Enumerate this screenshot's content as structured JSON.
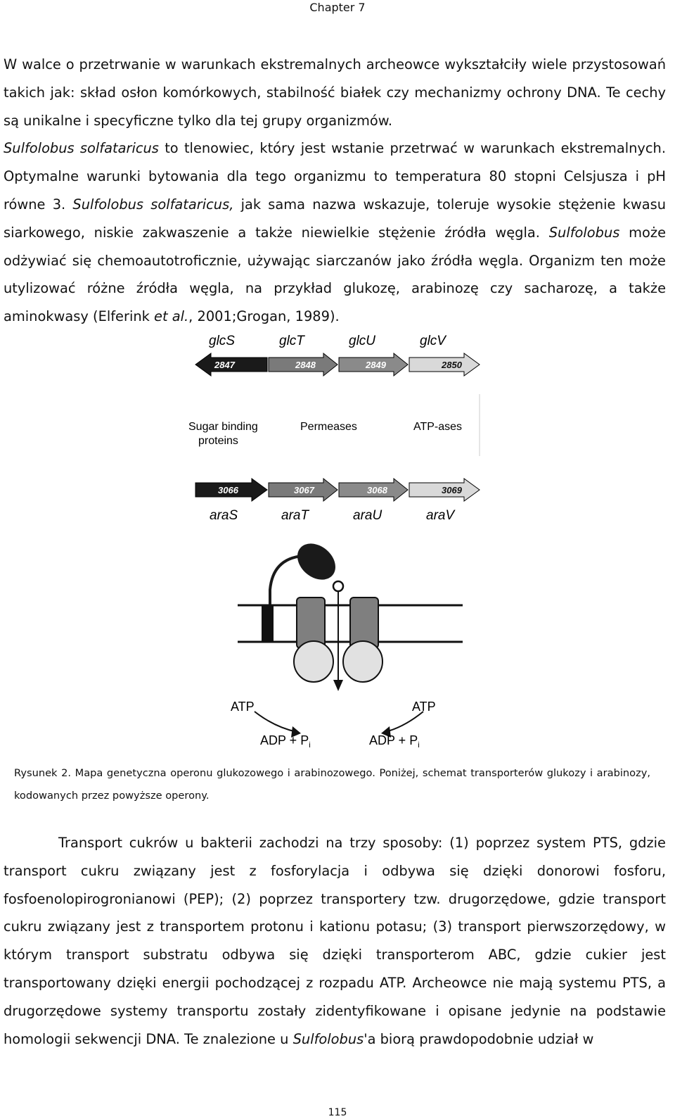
{
  "header": {
    "chapter": "Chapter 7"
  },
  "paragraph1": {
    "s1": "W walce o przetrwanie w warunkach ekstremalnych archeowce wykształciły wiele przystosowań takich jak: skład osłon komórkowych, stabilność białek czy mechanizmy ochrony DNA. Te cechy są unikalne i specyficzne tylko dla tej grupy organizmów.",
    "sp1": "Sulfolobus solfataricus",
    "s2": " to tlenowiec, który jest wstanie przetrwać w warunkach ekstremalnych. Optymalne warunki bytowania dla tego organizmu to temperatura 80 stopni Celsjusza i pH równe 3. ",
    "sp2": "Sulfolobus solfataricus,",
    "s3": " jak sama nazwa wskazuje, toleruje wysokie stężenie kwasu siarkowego, niskie zakwaszenie a także niewielkie stężenie źródła węgla. ",
    "sp3": "Sulfolobus",
    "s4": " może odżywiać się chemoautotroficznie, używając siarczanów jako źródła węgla. Organizm ten może utylizować różne źródła węgla, na przykład glukozę, arabinozę czy sacharozę, a także aminokwasy (Elferink ",
    "etal": "et al.",
    "s5": ", 2001;Grogan, 1989)."
  },
  "figure": {
    "glc_genes": [
      "glcS",
      "glcT",
      "glcU",
      "glcV"
    ],
    "glc_numbers": [
      "2847",
      "2848",
      "2849",
      "2850"
    ],
    "ara_genes": [
      "araS",
      "araT",
      "araU",
      "araV"
    ],
    "ara_numbers": [
      "3066",
      "3067",
      "3068",
      "3069"
    ],
    "categories": {
      "sugar_binding_1": "Sugar binding",
      "sugar_binding_2": "proteins",
      "permeases": "Permeases",
      "atpases": "ATP-ases"
    },
    "atp_label": "ATP",
    "adp_label": "ADP + P",
    "pi_subscript": "i"
  },
  "caption": "Rysunek 2. Mapa genetyczna operonu glukozowego i arabinozowego. Poniżej, schemat transporterów glukozy i arabinozy, kodowanych przez powyższe operony.",
  "paragraph3": {
    "s1": "Transport cukrów u bakterii zachodzi na trzy sposoby: (1) poprzez system PTS, gdzie transport cukru związany jest z fosforylacja i odbywa się dzięki donorowi fosforu, fosfoenolopirogronianowi (PEP); (2) poprzez transportery tzw. drugorzędowe, gdzie transport cukru związany jest z transportem protonu i kationu potasu; (3) transport pierwszorzędowy, w którym transport substratu odbywa się dzięki transporterom ABC, gdzie cukier jest transportowany dzięki energii pochodzącej z rozpadu ATP. Archeowce nie mają systemu PTS, a drugorzędowe systemy transportu zostały zidentyfikowane i opisane jedynie na podstawie homologii sekwencji DNA. Te znalezione u ",
    "sp": "Sulfolobus",
    "s2": "'a biorą prawdopodobnie udział w"
  },
  "footer": {
    "page_number": "115"
  }
}
